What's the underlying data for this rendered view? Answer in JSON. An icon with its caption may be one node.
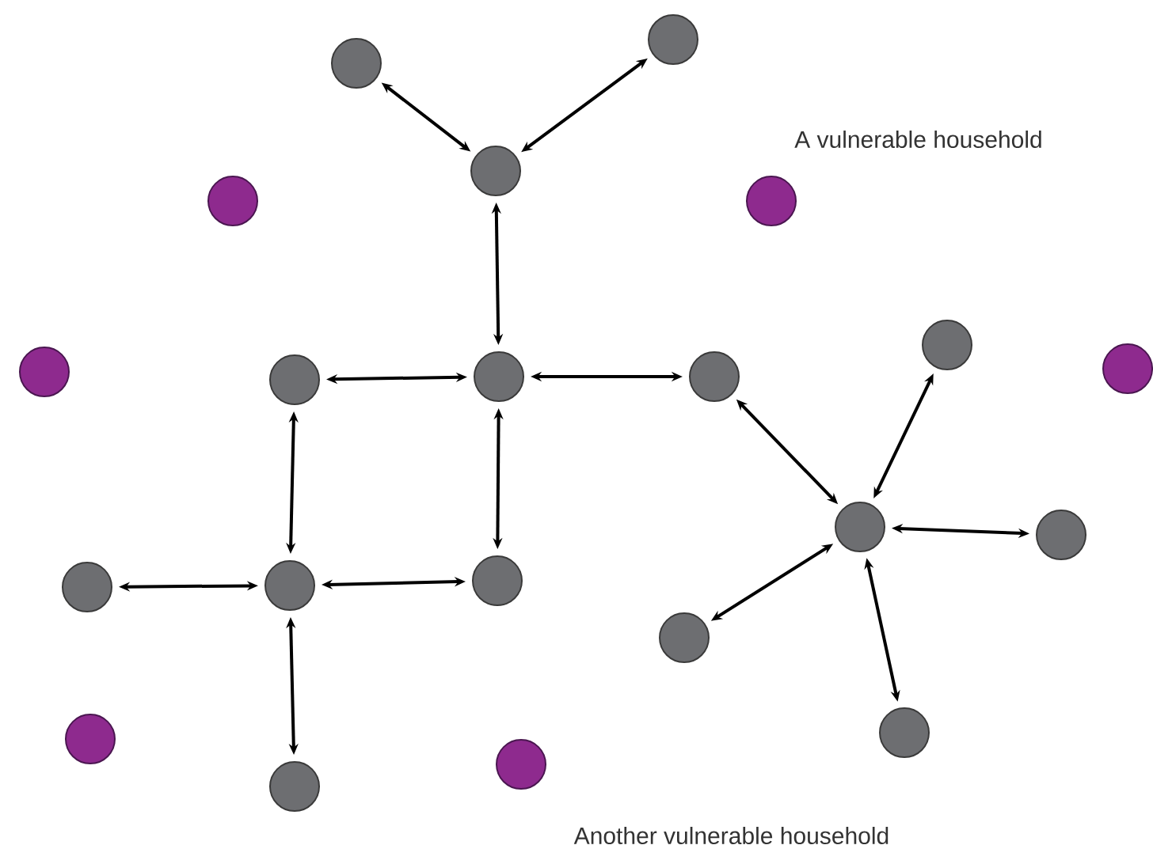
{
  "diagram": {
    "nodes": [
      {
        "text": [],
        "shape": "circle"
      },
      {
        "text": [],
        "shape": "circle"
      },
      {
        "text": [],
        "shape": "circle"
      },
      {
        "text": [],
        "shape": "circle"
      },
      {
        "text": [],
        "shape": "circle"
      },
      {
        "text": [],
        "shape": "circle"
      },
      {
        "text": [],
        "shape": "circle"
      },
      {
        "text": [],
        "shape": "circle"
      },
      {
        "text": [],
        "shape": "circle"
      },
      {
        "text": [],
        "shape": "circle"
      },
      {
        "text": [],
        "shape": "circle"
      },
      {
        "text": [],
        "shape": "circle"
      },
      {
        "text": [],
        "shape": "circle"
      },
      {
        "text": [],
        "shape": "circle"
      },
      {
        "text": [],
        "shape": "circle"
      },
      {
        "text": [],
        "shape": "circle"
      },
      {
        "text": [],
        "shape": "circle"
      },
      {
        "text": [],
        "shape": "circle"
      },
      {
        "text": [],
        "shape": "circle"
      },
      {
        "text": [],
        "shape": "circle"
      },
      {
        "text": [],
        "shape": "circle"
      }
    ],
    "edges": [
      {
        "from": 0,
        "to": 2,
        "arrow": "both"
      },
      {
        "from": 1,
        "to": 2,
        "arrow": "both"
      },
      {
        "from": 2,
        "to": 8,
        "arrow": "both"
      },
      {
        "from": 7,
        "to": 8,
        "arrow": "both"
      },
      {
        "from": 8,
        "to": 9,
        "arrow": "both"
      },
      {
        "from": 7,
        "to": 14,
        "arrow": "both"
      },
      {
        "from": 8,
        "to": 15,
        "arrow": "both"
      },
      {
        "from": 13,
        "to": 14,
        "arrow": "both"
      },
      {
        "from": 14,
        "to": 15,
        "arrow": "both"
      },
      {
        "from": 14,
        "to": 20,
        "arrow": "both"
      },
      {
        "from": 9,
        "to": 11,
        "arrow": "both"
      },
      {
        "from": 5,
        "to": 11,
        "arrow": "both"
      },
      {
        "from": 11,
        "to": 12,
        "arrow": "both"
      },
      {
        "from": 11,
        "to": 16,
        "arrow": "both"
      },
      {
        "from": 11,
        "to": 18,
        "arrow": "both"
      }
    ],
    "labels": [
      "A vulnerable household",
      "Another vulnerable household"
    ]
  }
}
